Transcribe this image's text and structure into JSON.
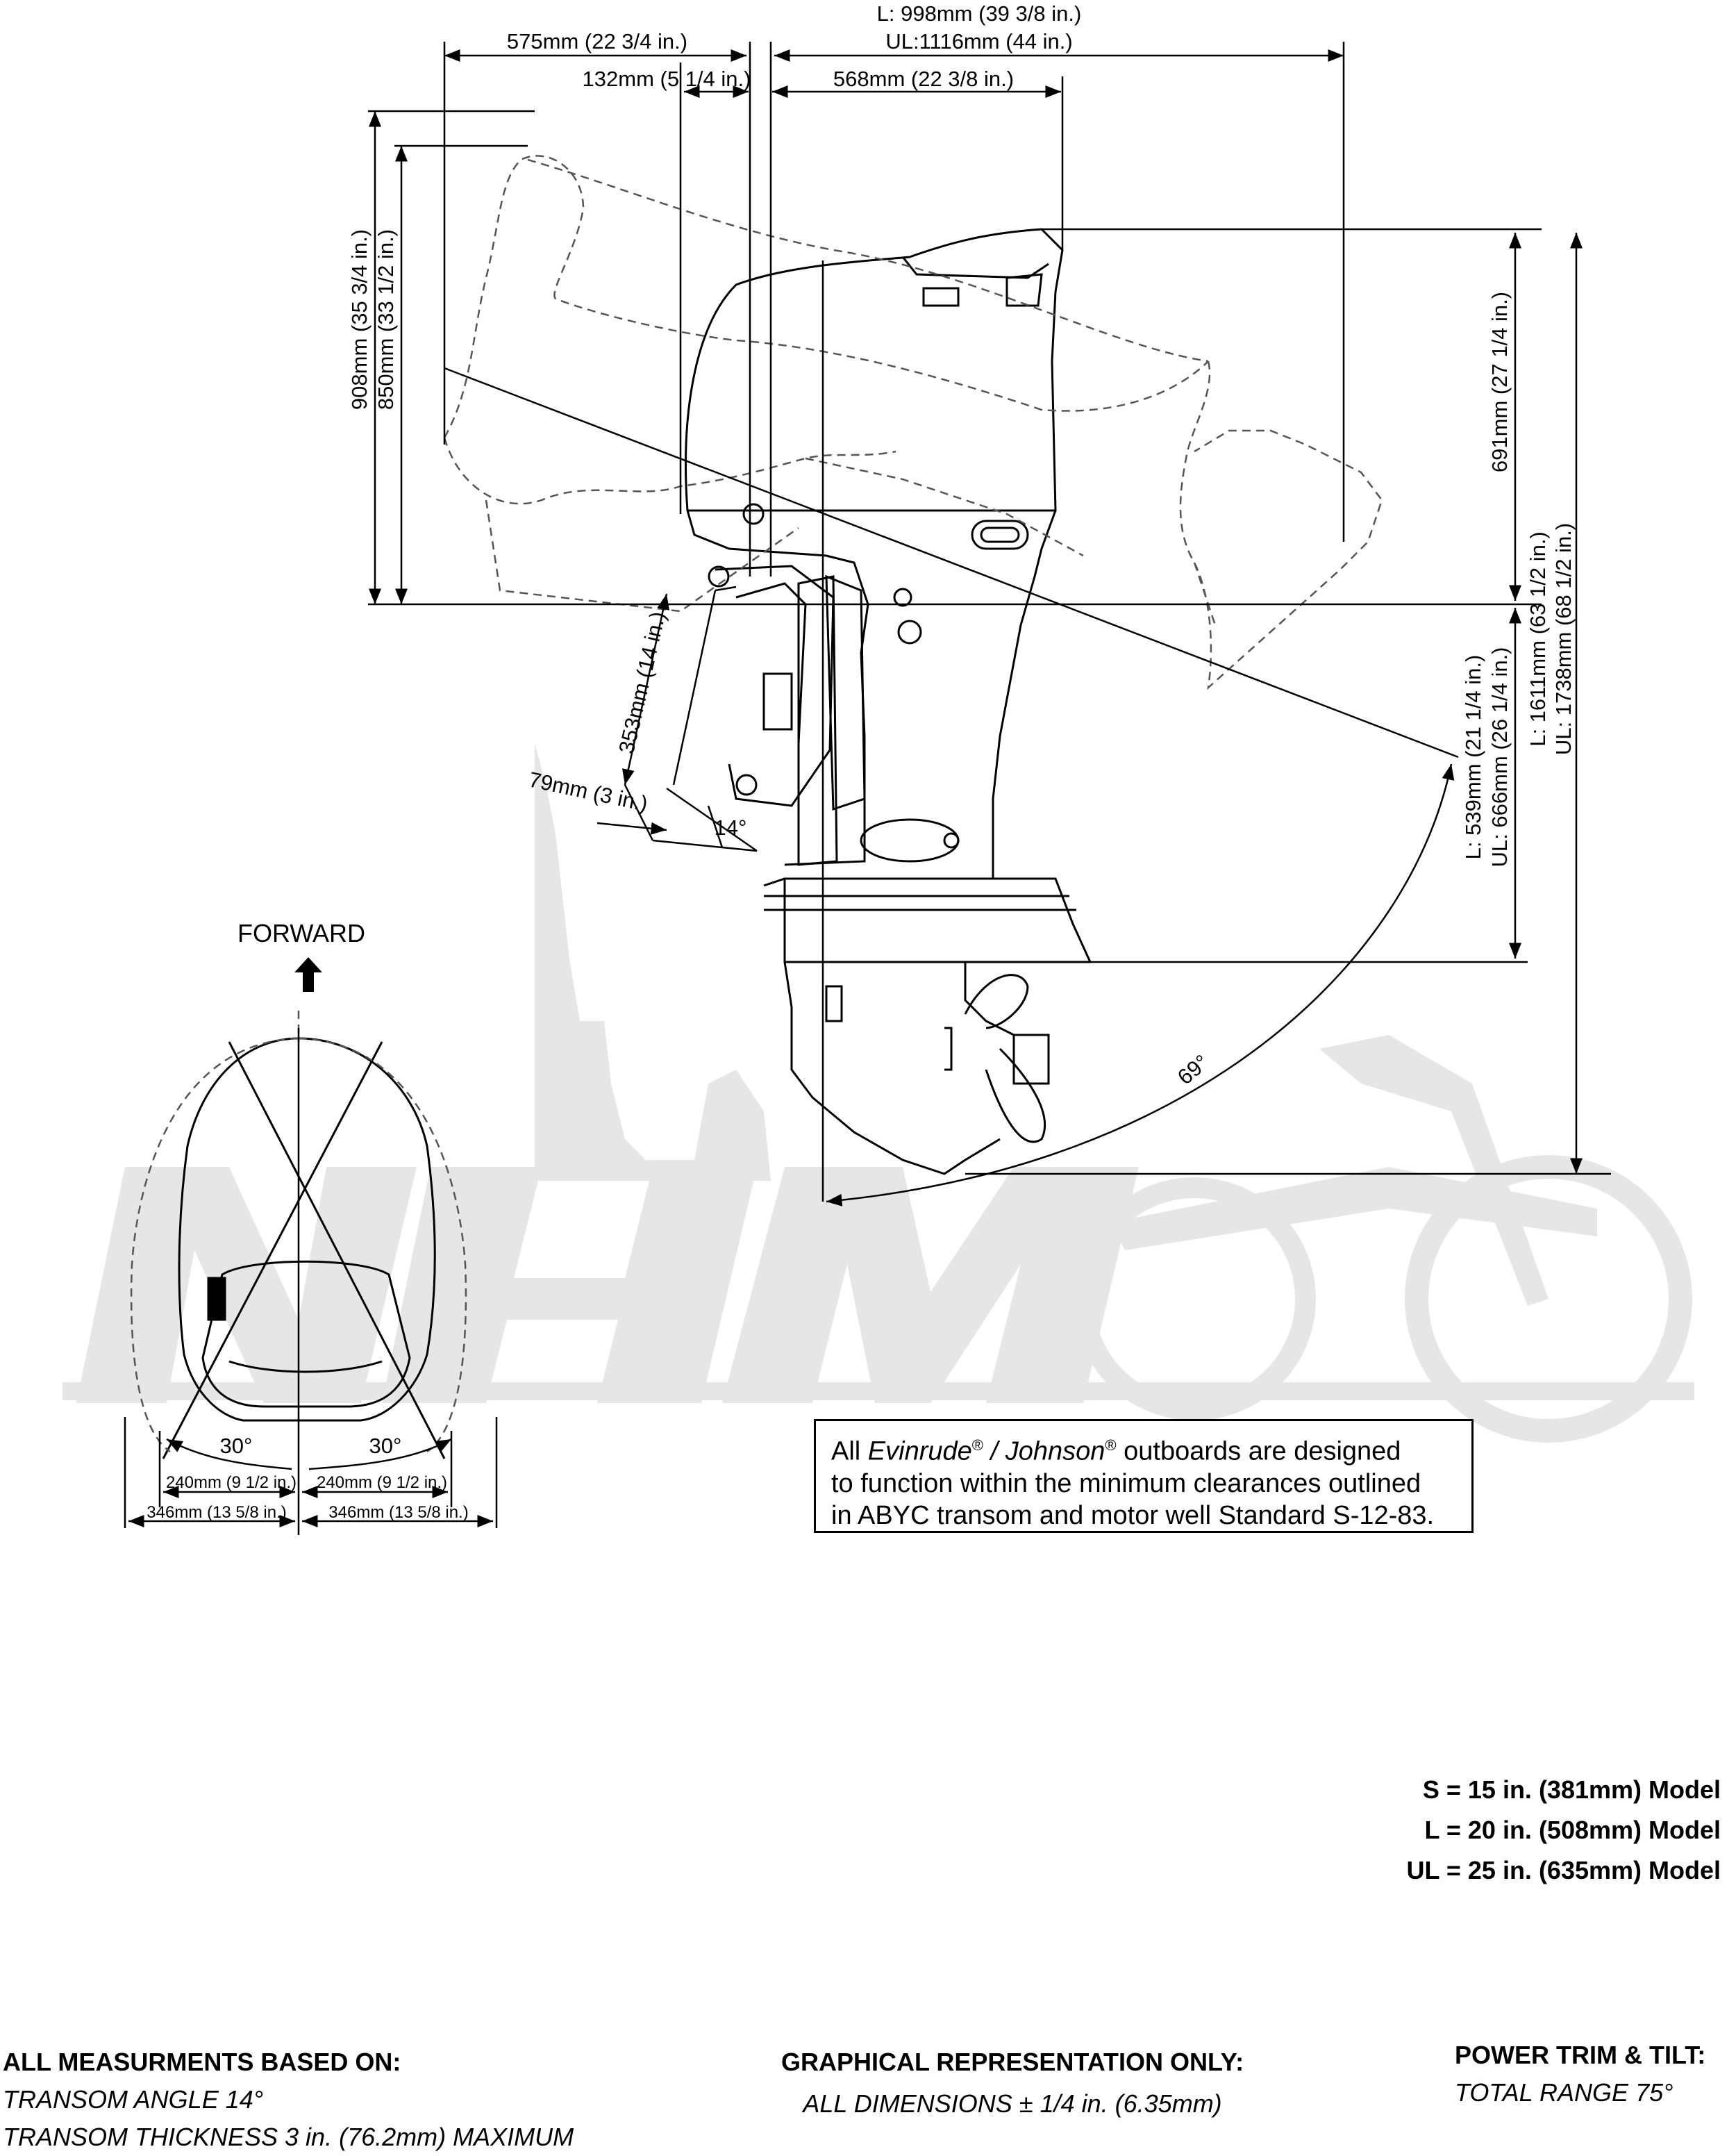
{
  "top_dimensions": {
    "overall_length_l": "L: 998mm (39 3/8 in.)",
    "overall_length_ul": "UL:1116mm (44 in.)",
    "dim_575": "575mm (22 3/4 in.)",
    "dim_132": "132mm (5 1/4 in.)",
    "dim_568": "568mm (22 3/8 in.)"
  },
  "left_dimensions": {
    "dim_908": "908mm (35 3/4 in.)",
    "dim_850": "850mm (33 1/2 in.)"
  },
  "right_dimensions": {
    "dim_691": "691mm (27 1/4 in.)",
    "dim_l_539": "L: 539mm (21 1/4 in.)",
    "dim_ul_666": "UL: 666mm (26 1/4 in.)",
    "dim_l_1611": "L: 1611mm (63 1/2 in.)",
    "dim_ul_1738": "UL: 1738mm (68 1/2 in.)"
  },
  "bracket_dimensions": {
    "dim_353": "353mm (14 in.)",
    "dim_79": "79mm (3 in.)",
    "angle_14": "14°",
    "angle_69": "69°"
  },
  "top_view": {
    "forward_label": "FORWARD",
    "angle_left": "30°",
    "angle_right": "30°",
    "dim_240_left": "240mm (9 1/2 in.)",
    "dim_240_right": "240mm (9 1/2 in.)",
    "dim_346_left": "346mm (13 5/8 in.)",
    "dim_346_right": "346mm (13 5/8 in.)"
  },
  "note": {
    "line1_pre": "All ",
    "line1_brand1": "Evinrude",
    "line1_reg1": "®",
    "line1_sep": " / ",
    "line1_brand2": "Johnson",
    "line1_reg2": "®",
    "line1_post": " outboards are designed",
    "line2": "to function within the minimum clearances outlined",
    "line3": "in ABYC transom and motor well Standard S-12-83."
  },
  "models": [
    "S = 15 in. (381mm) Model",
    "L = 20 in. (508mm) Model",
    "UL = 25 in. (635mm) Model"
  ],
  "footer": {
    "measurements": {
      "heading": "ALL MEASURMENTS BASED ON:",
      "line1": "TRANSOM ANGLE 14°",
      "line2": "TRANSOM THICKNESS 3 in. (76.2mm) MAXIMUM"
    },
    "graphical": {
      "heading": "GRAPHICAL REPRESENTATION ONLY:",
      "line1": "ALL DIMENSIONS ± 1/4 in. (6.35mm)"
    },
    "trim": {
      "heading": "POWER TRIM & TILT:",
      "line1": "TOTAL RANGE 75°"
    }
  },
  "colors": {
    "line": "#000000",
    "watermark": "#e4e4e4",
    "background": "#ffffff"
  }
}
